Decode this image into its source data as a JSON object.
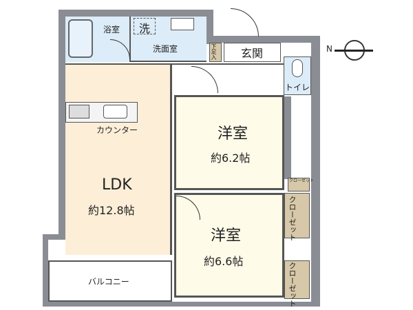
{
  "rooms": {
    "bath": "浴室",
    "laundry": "洗",
    "washroom": "洗面室",
    "shoe_storage": "下足入",
    "entrance": "玄関",
    "toilet": "トイレ",
    "counter": "カウンター",
    "ldk": "LDK",
    "ldk_size": "約12.8帖",
    "western1": "洋室",
    "western1_size": "約6.2帖",
    "western2": "洋室",
    "western2_size": "約6.6帖",
    "closet_small": "クローゼット",
    "closet1": "クローゼット",
    "closet2": "クローゼット",
    "balcony": "バルコニー"
  },
  "compass": {
    "label": "N"
  },
  "colors": {
    "wall": "#8a8d93",
    "wet": "#dcecf8",
    "ldk": "#fdeed8",
    "room": "#fffbe9",
    "storage": "#d6c8a8"
  }
}
